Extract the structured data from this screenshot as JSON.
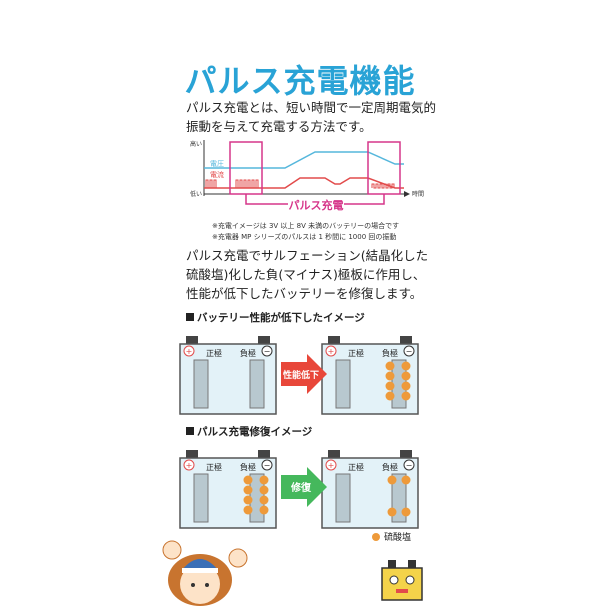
{
  "title": "パルス充電機能",
  "intro_line1": "パルス充電とは、短い時間で一定周期電気的",
  "intro_line2": "振動を与えて充電する方法です。",
  "graph": {
    "y_high": "高い",
    "y_low": "低い",
    "voltage": "電圧",
    "current": "電流",
    "time": "時間",
    "pulse_label": "パルス充電"
  },
  "note1": "※充電イメージは 3V 以上 8V 未満のバッテリーの場合です",
  "note2": "※充電器 MP シリーズのパルスは 1 秒間に 1000 回の振動",
  "desc_line1": "パルス充電でサルフェーション(結晶化した",
  "desc_line2": "硫酸塩)化した負(マイナス)極板に作用し、",
  "desc_line3": "性能が低下したバッテリーを修復します。",
  "section1": {
    "heading": "バッテリー性能が低下したイメージ",
    "arrow_label": "性能低下",
    "arrow_color": "#e8473a"
  },
  "section2": {
    "heading": "パルス充電修復イメージ",
    "arrow_label": "修復",
    "arrow_color": "#45b85c"
  },
  "battery": {
    "positive": "正極",
    "negative": "負極",
    "plus_sign": "+",
    "minus_sign": "−"
  },
  "legend_label": "硫酸塩",
  "colors": {
    "title": "#29a3d6",
    "pulse": "#d6368a",
    "voltage_line": "#55b7dc",
    "current_line": "#e24b4b",
    "battery_fill": "#e3f2f8",
    "sulfate": "#ee9a3a"
  }
}
